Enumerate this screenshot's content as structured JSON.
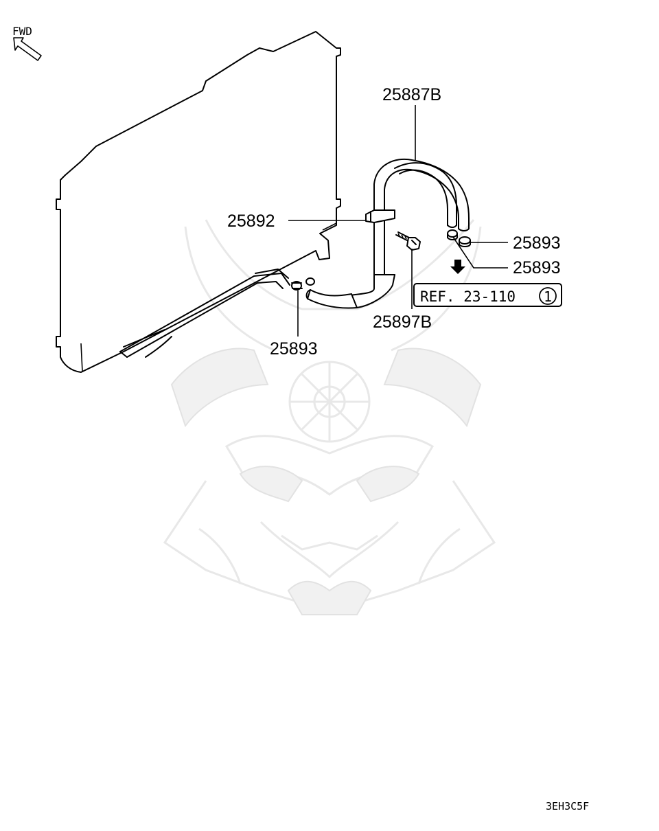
{
  "fwd_label": "FWD",
  "parts": {
    "pipe_upper": "25887B",
    "clamp": "25892",
    "clip_right_1": "25893",
    "clip_right_2": "25893",
    "clip_lower": "25893",
    "bolt": "25897B"
  },
  "reference": {
    "text": "REF. 23-110",
    "circled_number": "1"
  },
  "diagram_code": "3EH3C5F",
  "watermark": "samurai-helmet-logo"
}
